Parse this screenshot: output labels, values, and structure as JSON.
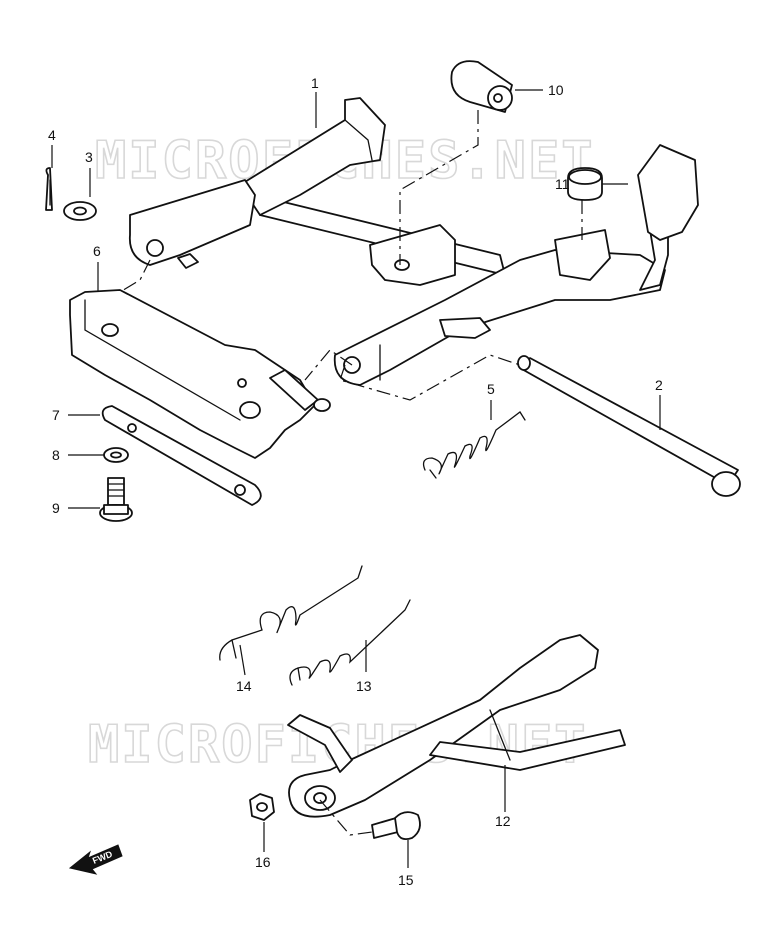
{
  "watermark": {
    "text": "MICROFICHES.NET"
  },
  "fwd_label": "FWD",
  "callouts": {
    "c1": "1",
    "c2": "2",
    "c3": "3",
    "c4": "4",
    "c5": "5",
    "c6": "6",
    "c7": "7",
    "c8": "8",
    "c9": "9",
    "c10": "10",
    "c11": "11",
    "c12": "12",
    "c13": "13",
    "c14": "14",
    "c15": "15",
    "c16": "16"
  }
}
